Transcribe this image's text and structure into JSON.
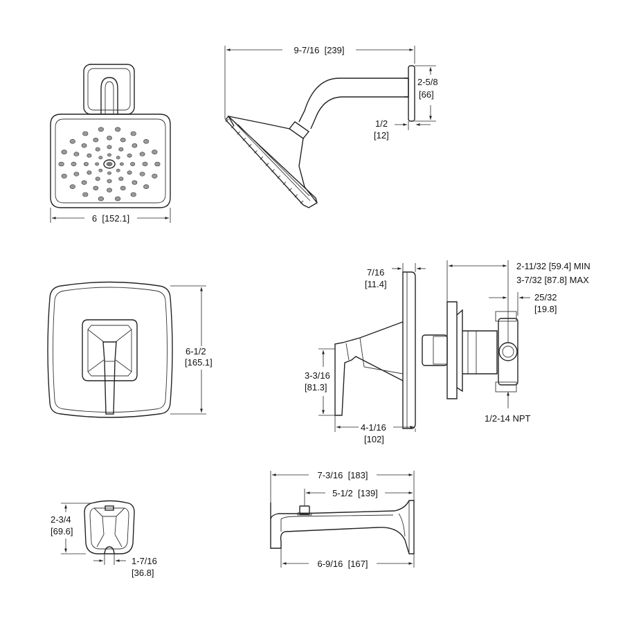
{
  "drawing": {
    "showerhead_front": {
      "width": "6  [152.1]"
    },
    "showerhead_side": {
      "reach": "9-7/16  [239]",
      "flange_height_in": "2-5/8",
      "flange_height_mm": "[66]",
      "flange_depth_in": "1/2",
      "flange_depth_mm": "[12]"
    },
    "valve_trim_front": {
      "height_in": "6-1/2",
      "height_mm": "[165.1]"
    },
    "valve_side": {
      "plate_thickness_in": "7/16",
      "plate_thickness_mm": "[11.4]",
      "handle_height_in": "3-3/16",
      "handle_height_mm": "[81.3]",
      "handle_projection_in": "4-1/16",
      "handle_projection_mm": "[102]",
      "depth_min": "2-11/32 [59.4] MIN",
      "depth_max": "3-7/32 [87.8] MAX",
      "offset_in": "25/32",
      "offset_mm": "[19.8]",
      "connection": "1/2-14 NPT"
    },
    "spout_front": {
      "height_in": "2-3/4",
      "height_mm": "[69.6]",
      "width_in": "1-7/16",
      "width_mm": "[36.8]"
    },
    "spout_side": {
      "overall_length": "7-3/16  [183]",
      "diverter_position": "5-1/2  [139]",
      "spout_reach": "6-9/16  [167]"
    }
  }
}
